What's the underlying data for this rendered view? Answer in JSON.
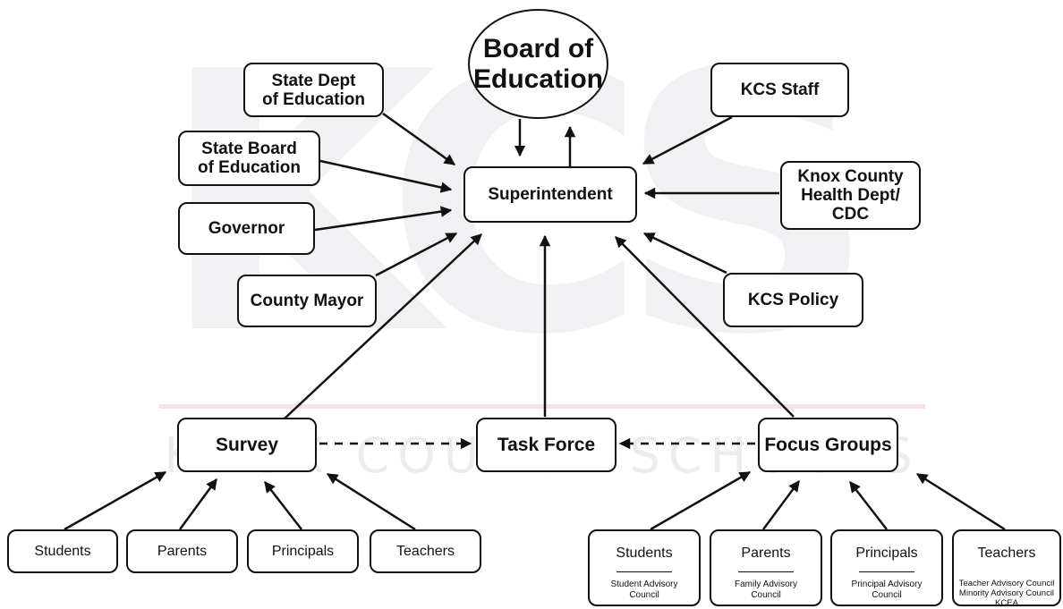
{
  "watermark": {
    "letters": "KCS",
    "subtitle": "KNOX COUNTY SCHOOLS"
  },
  "nodes": {
    "board": "Board of\nEducation",
    "state_dept": "State Dept\nof Education",
    "state_board": "State Board\nof Education",
    "governor": "Governor",
    "county_mayor": "County Mayor",
    "superintendent": "Superintendent",
    "kcs_staff": "KCS Staff",
    "knox_health": "Knox County\nHealth Dept/\nCDC",
    "kcs_policy": "KCS Policy",
    "survey": "Survey",
    "task_force": "Task Force",
    "focus_groups": "Focus Groups"
  },
  "survey_inputs": [
    {
      "label": "Students"
    },
    {
      "label": "Parents"
    },
    {
      "label": "Principals"
    },
    {
      "label": "Teachers"
    }
  ],
  "focus_inputs": [
    {
      "label": "Students",
      "note": "Student Advisory\nCouncil"
    },
    {
      "label": "Parents",
      "note": "Family Advisory\nCouncil"
    },
    {
      "label": "Principals",
      "note": "Principal Advisory\nCouncil"
    },
    {
      "label": "Teachers",
      "note": "Teacher Advisory Council\nMinority Advisory Council\nKCEA"
    }
  ],
  "colors": {
    "line": "#111111",
    "watermark": "#f1f1f4",
    "watermark_bar": "#f8e3e3"
  }
}
